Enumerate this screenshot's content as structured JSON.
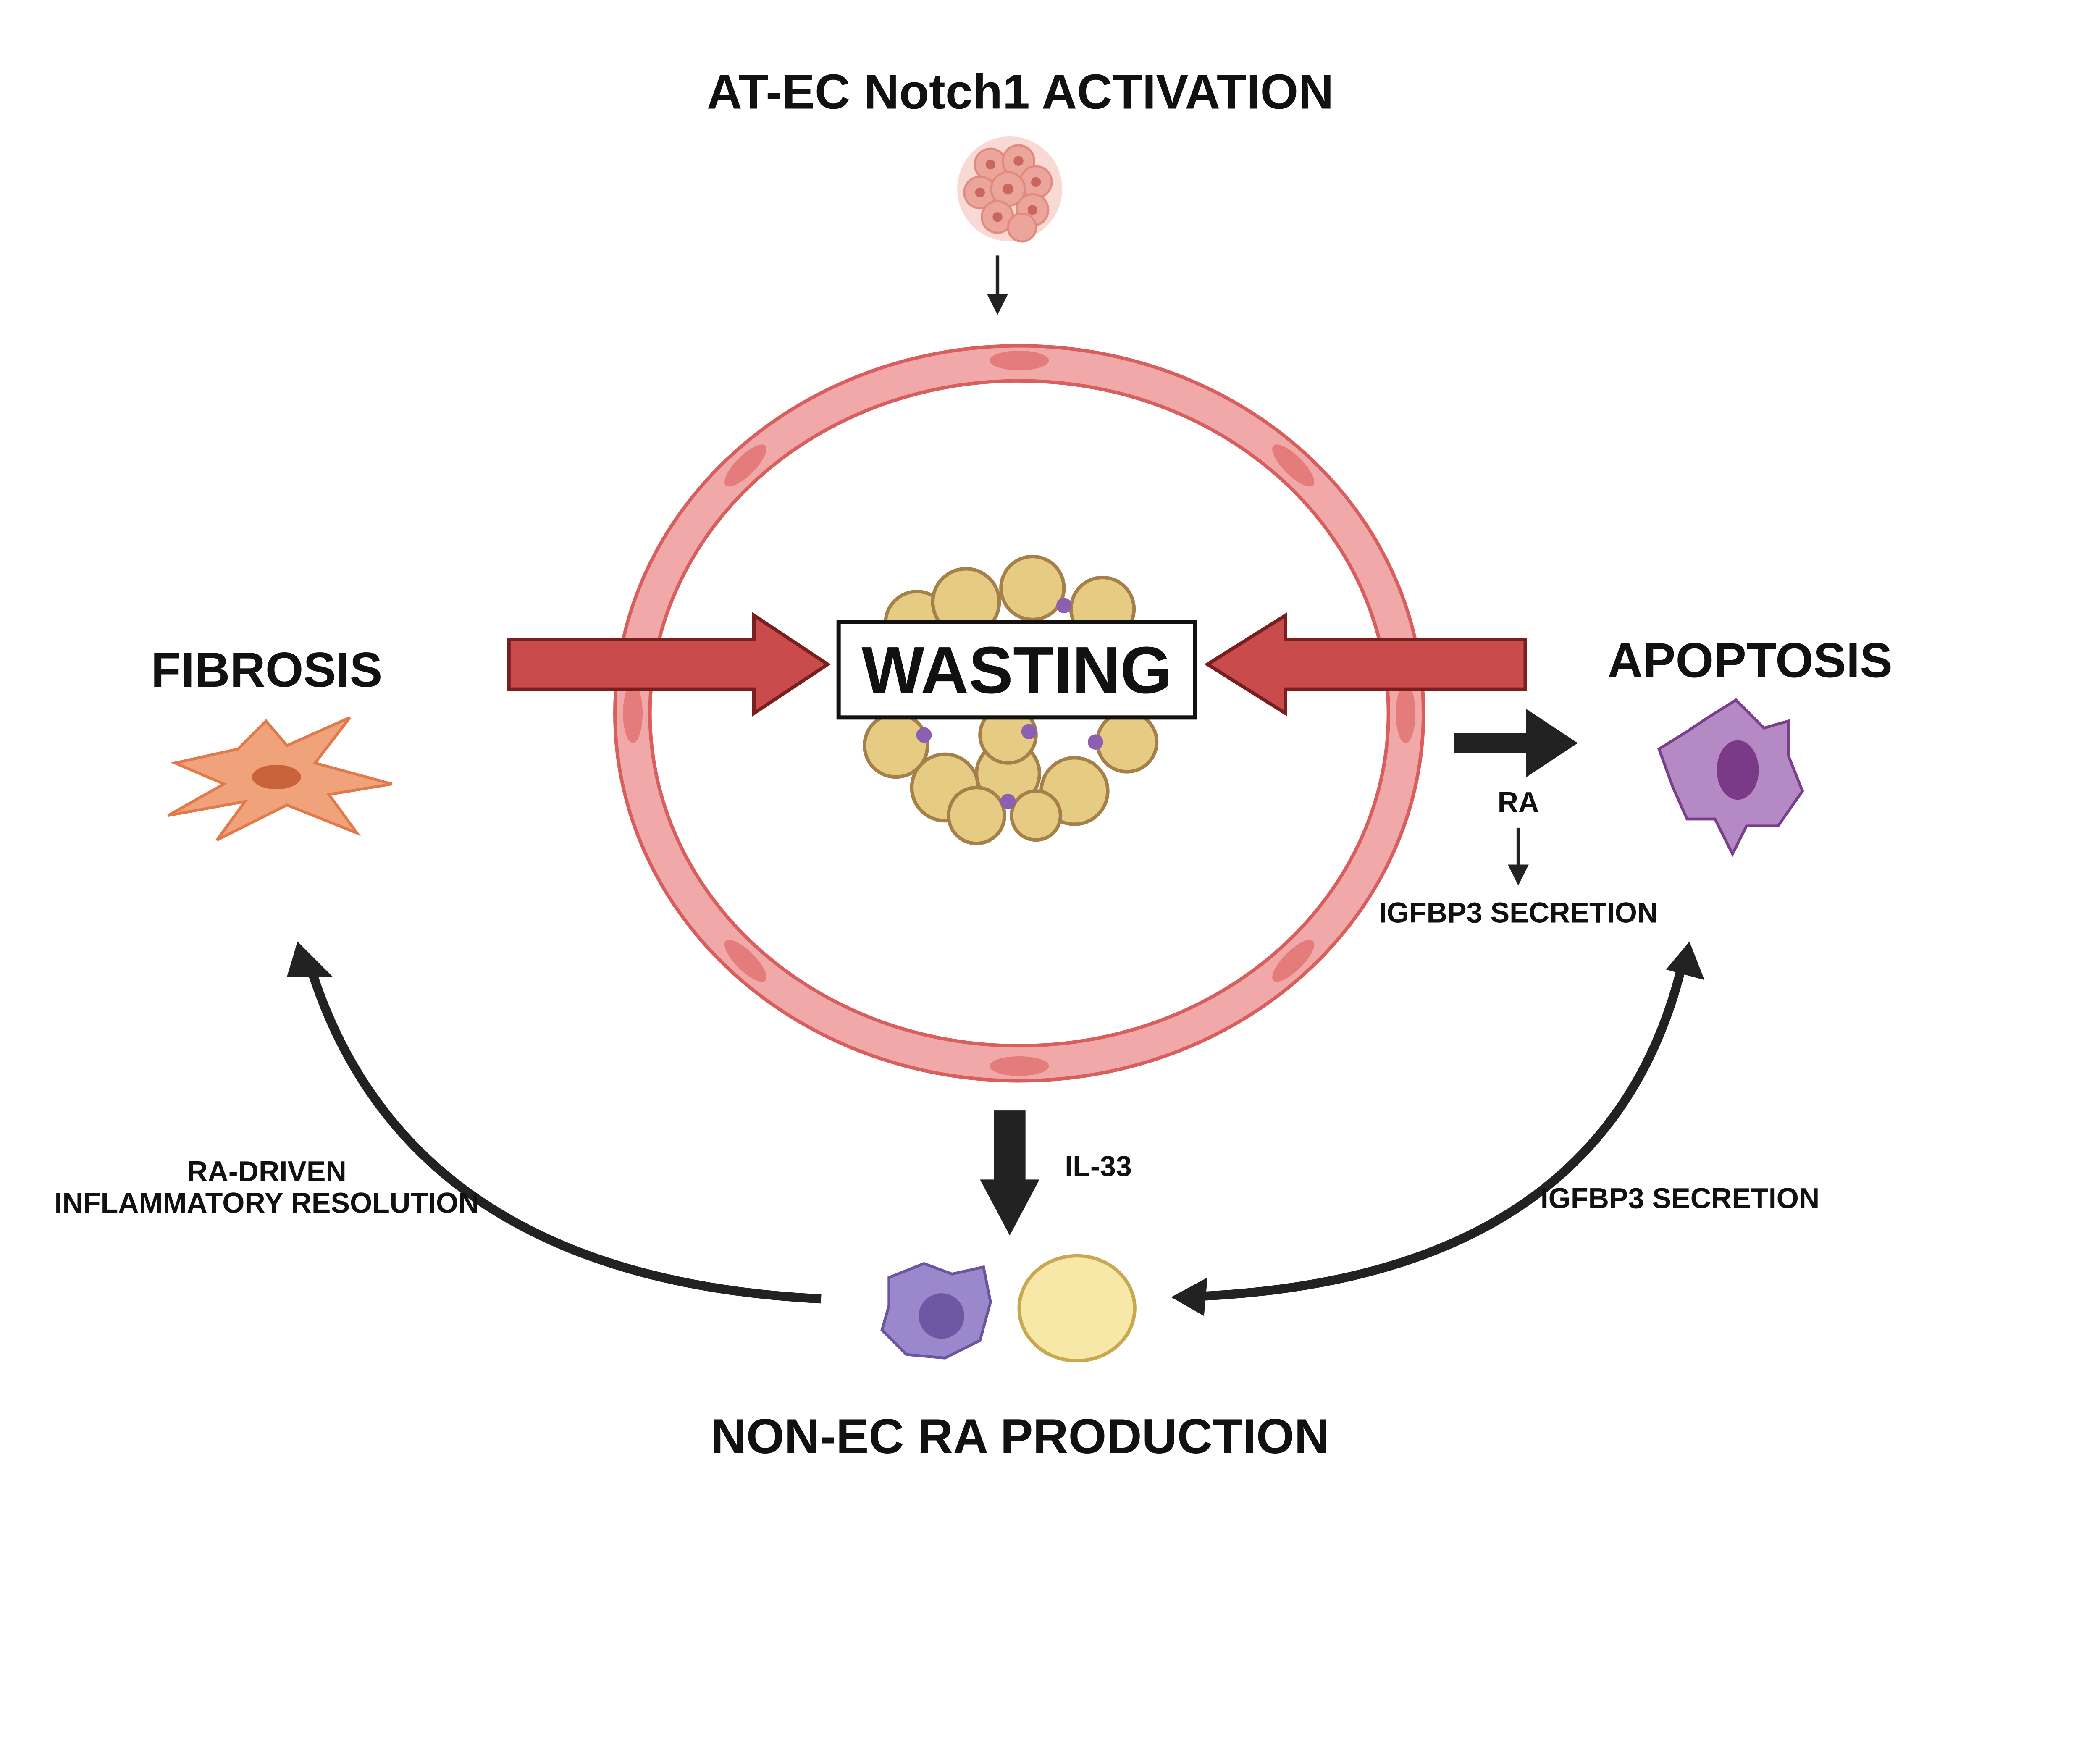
{
  "top_label": "AT-EC Notch1 ACTIVATION",
  "center_label": "WASTING",
  "left_label": "FIBROSIS",
  "right_label": "APOPTOSIS",
  "bottom_label": "NON-EC RA PRODUCTION",
  "ra_label": "RA",
  "igfbp3_upper": "IGFBP3 SECRETION",
  "il33_label": "IL-33",
  "left_arc_label_line1": "RA-DRIVEN",
  "left_arc_label_line2": "INFLAMMATORY RESOLUTION",
  "right_arc_label": "IGFBP3 SECRETION",
  "colors": {
    "vessel": "#f0a8a8",
    "vessel_outline": "#d95f5f",
    "red_arrow": "#c94b4b",
    "adipocyte": "#e6cc82",
    "apoptotic_cell": "#b589c4",
    "fibroblast": "#f0a27a",
    "macrophage": "#9b87cc",
    "arrow": "#222222"
  }
}
